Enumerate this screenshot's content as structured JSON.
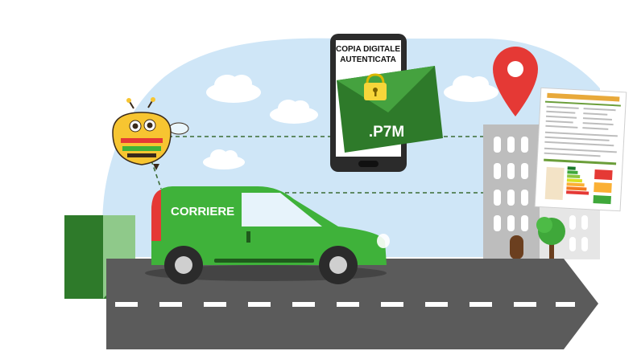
{
  "phone": {
    "line1": "COPIA DIGITALE",
    "line2": "AUTENTICATA",
    "file_ext": ".P7M",
    "icon": "lock-icon"
  },
  "van": {
    "label": "CORRIERE",
    "color": "#3fb23a"
  },
  "icons": {
    "pin": "location-pin-icon",
    "mascot": "bee-mascot",
    "document": "energy-certificate-document"
  },
  "colors": {
    "sky": "#cfe6f7",
    "road": "#5b5b5b",
    "green_dark": "#2e7a2a",
    "pin_red": "#e53935"
  }
}
